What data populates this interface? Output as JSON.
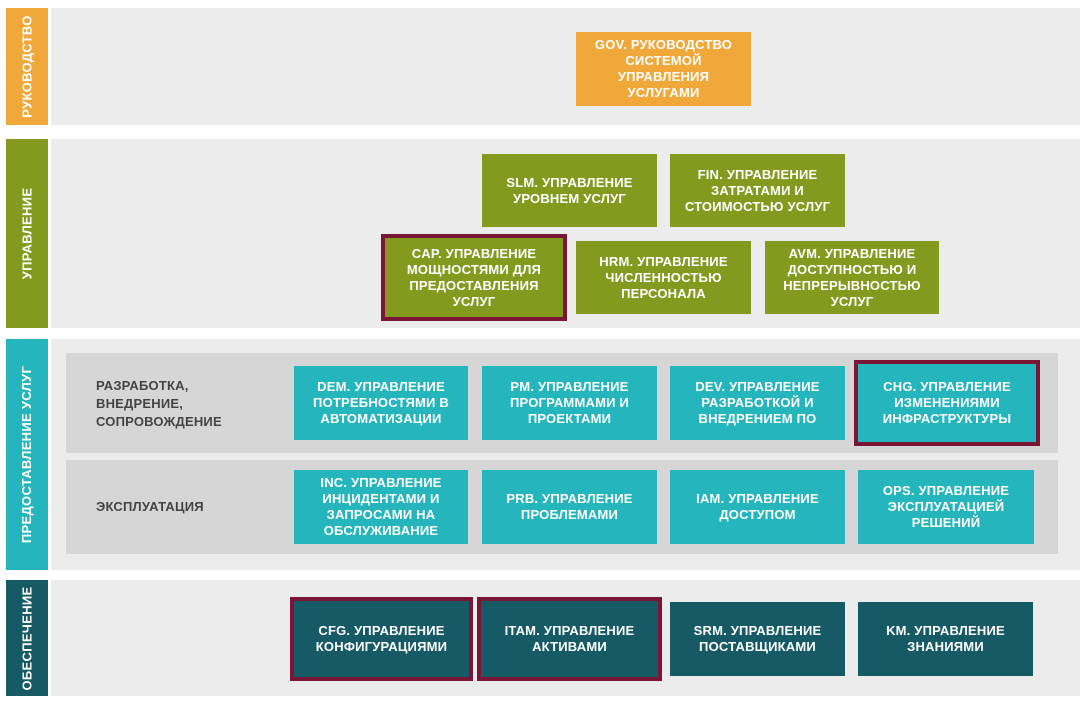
{
  "colors": {
    "governance": "#f0a83a",
    "management": "#839a1f",
    "delivery": "#25b5bd",
    "support": "#165a66",
    "highlight": "#7a1535"
  },
  "bands": {
    "governance": {
      "label": "РУКОВОДСТВО",
      "boxes": [
        "GOV. РУКОВОДСТВО СИСТЕМОЙ УПРАВЛЕНИЯ УСЛУГАМИ"
      ]
    },
    "management": {
      "label": "УПРАВЛЕНИЕ",
      "boxes": [
        "SLM. УПРАВЛЕНИЕ УРОВНЕМ УСЛУГ",
        "FIN. УПРАВЛЕНИЕ ЗАТРАТАМИ И СТОИМОСТЬЮ УСЛУГ",
        "CAP. УПРАВЛЕНИЕ МОЩНОСТЯМИ ДЛЯ ПРЕДОСТАВЛЕНИЯ УСЛУГ",
        "HRM. УПРАВЛЕНИЕ ЧИСЛЕННОСТЬЮ ПЕРСОНАЛА",
        "AVM. УПРАВЛЕНИЕ ДОСТУПНОСТЬЮ И НЕПРЕРЫВНОСТЬЮ УСЛУГ"
      ]
    },
    "delivery": {
      "label": "ПРЕДОСТАВЛЕНИЕ УСЛУГ",
      "development": {
        "label": "РАЗРАБОТКА, ВНЕДРЕНИЕ, СОПРОВОЖДЕНИЕ",
        "boxes": [
          "DEM. УПРАВЛЕНИЕ ПОТРЕБНОСТЯМИ В АВТОМАТИЗАЦИИ",
          "PM. УПРАВЛЕНИЕ ПРОГРАММАМИ И ПРОЕКТАМИ",
          "DEV. УПРАВЛЕНИЕ РАЗРАБОТКОЙ И ВНЕДРЕНИЕМ ПО",
          "CHG. УПРАВЛЕНИЕ ИЗМЕНЕНИЯМИ ИНФРАСТРУКТУРЫ"
        ]
      },
      "operations": {
        "label": "ЭКСПЛУАТАЦИЯ",
        "boxes": [
          "INC. УПРАВЛЕНИЕ ИНЦИДЕНТАМИ И ЗАПРОСАМИ НА ОБСЛУЖИВАНИЕ",
          "PRB. УПРАВЛЕНИЕ ПРОБЛЕМАМИ",
          "IAM. УПРАВЛЕНИЕ ДОСТУПОМ",
          "OPS. УПРАВЛЕНИЕ ЭКСПЛУАТАЦИЕЙ РЕШЕНИЙ"
        ]
      }
    },
    "support": {
      "label": "ОБЕСПЕЧЕНИЕ",
      "boxes": [
        "CFG. УПРАВЛЕНИЕ КОНФИГУРАЦИЯМИ",
        "ITAM. УПРАВЛЕНИЕ АКТИВАМИ",
        "SRM. УПРАВЛЕНИЕ ПОСТАВЩИКАМИ",
        "KM. УПРАВЛЕНИЕ ЗНАНИЯМИ"
      ]
    }
  }
}
